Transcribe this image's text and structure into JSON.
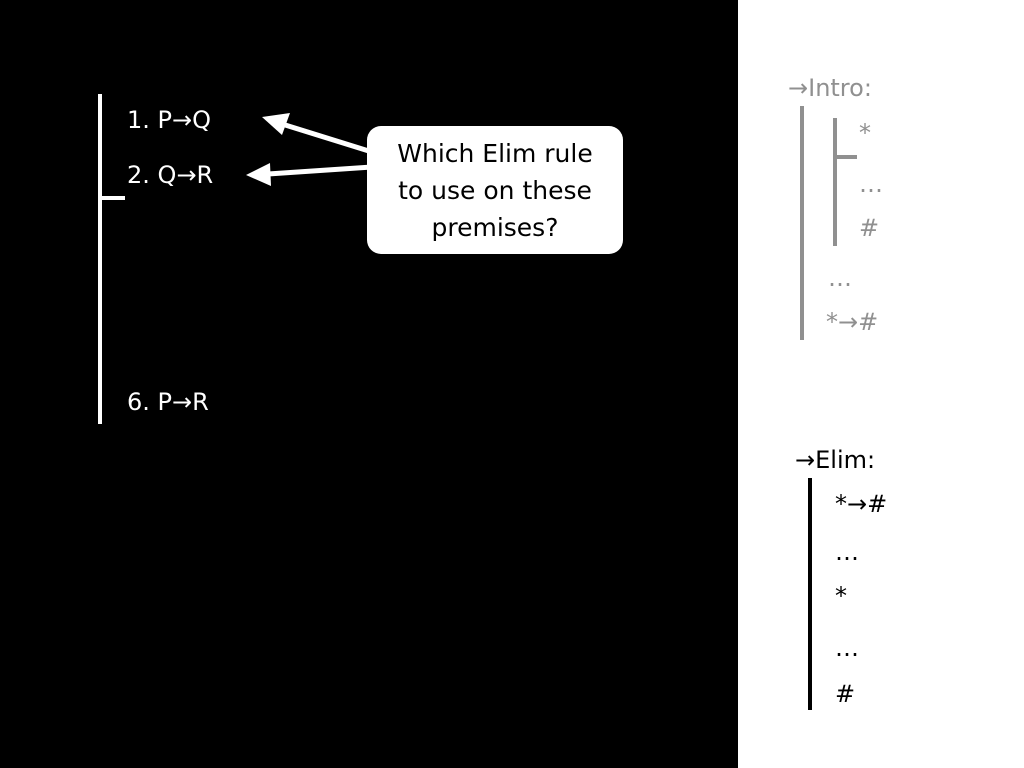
{
  "proof": {
    "lines": [
      {
        "num": "1.",
        "formula": "P→Q"
      },
      {
        "num": "2.",
        "formula": "Q→R"
      },
      {
        "num": "6.",
        "formula": "P→R"
      }
    ]
  },
  "callout": {
    "line1": "Which Elim rule",
    "line2": "to use on these",
    "line3": "premises?"
  },
  "intro_rule": {
    "title": "→Intro:",
    "sub_assumption": "*",
    "sub_dots": "…",
    "sub_result": "#",
    "dots": "…",
    "conclusion": "*→#"
  },
  "elim_rule": {
    "title": "→Elim:",
    "conditional": "*→#",
    "dots1": "…",
    "antecedent": "*",
    "dots2": "…",
    "consequent": "#"
  },
  "colors": {
    "background": "#000000",
    "panel": "#ffffff",
    "proof_text": "#ffffff",
    "intro_rule": "#909090",
    "elim_rule": "#000000"
  }
}
